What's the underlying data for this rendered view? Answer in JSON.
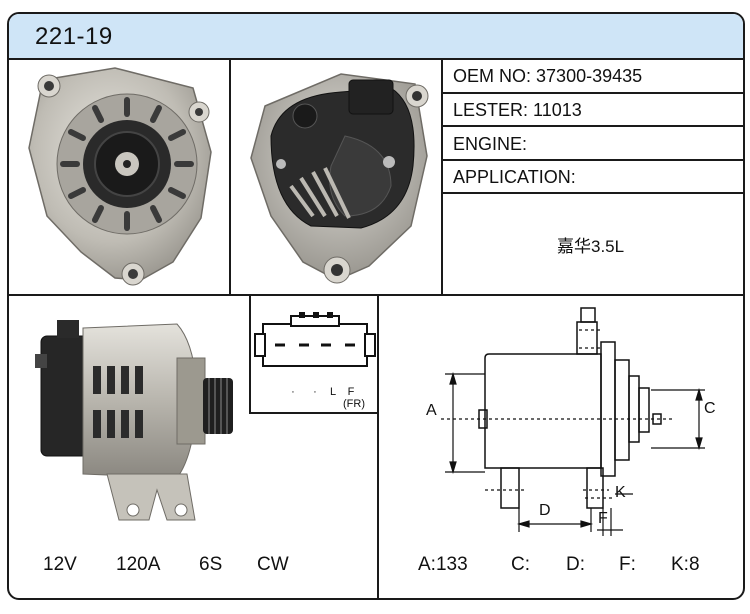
{
  "header": {
    "title": "221-19"
  },
  "info": {
    "oem_label": "OEM NO:",
    "oem_value": "37300-39435",
    "lester_label": "LESTER:",
    "lester_value": "11013",
    "engine_label": "ENGINE:",
    "application_label": "APPLICATION:",
    "application_value": "嘉华3.5L"
  },
  "connector": {
    "pins": [
      "·",
      "·",
      "L",
      "F"
    ],
    "note": "(FR)"
  },
  "diagram": {
    "labels": {
      "a": "A",
      "c": "C",
      "d": "D",
      "f": "F",
      "k": "K"
    }
  },
  "specs_left": [
    "12V",
    "120A",
    "6S",
    "CW"
  ],
  "specs_right": [
    "A:133",
    "C:",
    "D:",
    "F:",
    "K:8"
  ],
  "colors": {
    "header_bg": "#cfe5f7",
    "border": "#1a1a1a"
  }
}
